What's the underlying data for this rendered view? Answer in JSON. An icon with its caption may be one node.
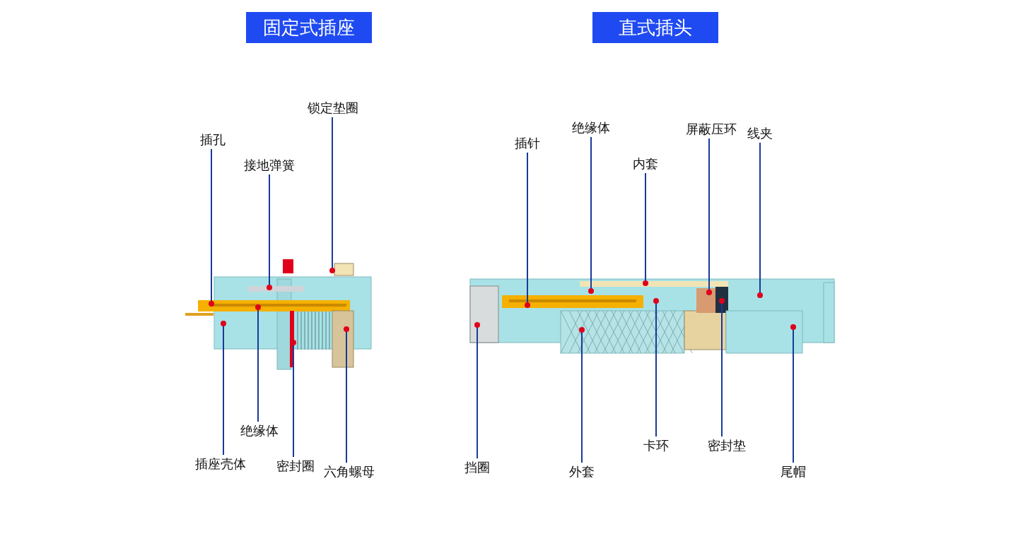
{
  "diagram": {
    "nodes": [
      {
        "text": [
          "固定式插座"
        ]
      },
      {
        "text": [
          "直式插头"
        ]
      },
      {
        "text": [
          "锁定垫圈"
        ]
      },
      {
        "text": [
          "插孔"
        ]
      },
      {
        "text": [
          "接地弹簧"
        ]
      },
      {
        "text": [
          "绝缘体"
        ]
      },
      {
        "text": [
          "插座壳体"
        ]
      },
      {
        "text": [
          "密封圈"
        ]
      },
      {
        "text": [
          "六角螺母"
        ]
      },
      {
        "text": [
          "绝缘体"
        ]
      },
      {
        "text": [
          "插针"
        ]
      },
      {
        "text": [
          "内套"
        ]
      },
      {
        "text": [
          "屏蔽压环"
        ]
      },
      {
        "text": [
          "线夹"
        ]
      },
      {
        "text": [
          "挡圈"
        ]
      },
      {
        "text": [
          "外套"
        ]
      },
      {
        "text": [
          "卡环"
        ]
      },
      {
        "text": [
          "密封垫"
        ]
      },
      {
        "text": [
          "尾帽"
        ]
      }
    ],
    "edges": [
      {
        "from": 2,
        "to": null,
        "arrow": "other"
      },
      {
        "from": 3,
        "to": null,
        "arrow": "other"
      },
      {
        "from": 4,
        "to": null,
        "arrow": "other"
      },
      {
        "from": 5,
        "to": null,
        "arrow": "other"
      },
      {
        "from": 6,
        "to": null,
        "arrow": "other"
      },
      {
        "from": 7,
        "to": null,
        "arrow": "other"
      },
      {
        "from": 8,
        "to": null,
        "arrow": "other"
      },
      {
        "from": 9,
        "to": null,
        "arrow": "other"
      },
      {
        "from": 10,
        "to": null,
        "arrow": "other"
      },
      {
        "from": 11,
        "to": null,
        "arrow": "other"
      },
      {
        "from": 12,
        "to": null,
        "arrow": "other"
      },
      {
        "from": 13,
        "to": null,
        "arrow": "other"
      },
      {
        "from": 14,
        "to": null,
        "arrow": "other"
      },
      {
        "from": 15,
        "to": null,
        "arrow": "other"
      },
      {
        "from": 16,
        "to": null,
        "arrow": "other"
      },
      {
        "from": 17,
        "to": null,
        "arrow": "other"
      },
      {
        "from": 18,
        "to": null,
        "arrow": "other"
      }
    ]
  }
}
